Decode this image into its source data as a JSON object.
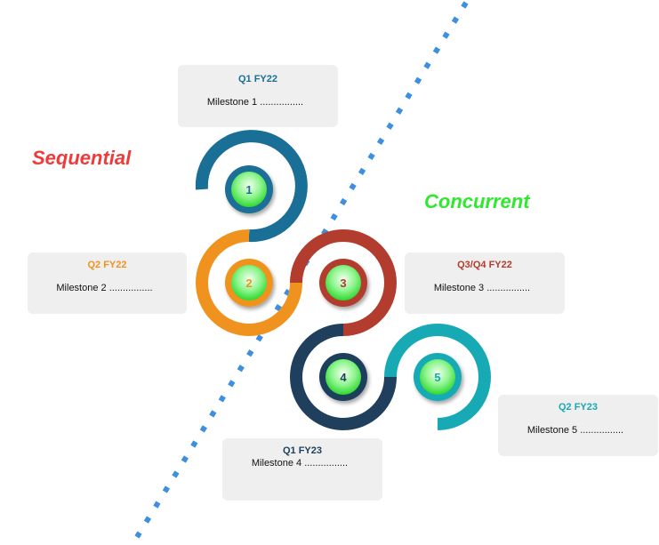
{
  "labels": {
    "sequential": "Sequential",
    "concurrent": "Concurrent"
  },
  "cards": [
    {
      "period": "Q1 FY22",
      "text": "Milestone 1 ................"
    },
    {
      "period": "Q2 FY22",
      "text": "Milestone 2 ................"
    },
    {
      "period": "Q3/Q4 FY22",
      "text": "Milestone 3 ................"
    },
    {
      "period": "Q1 FY23",
      "text": "Milestone 4 ................"
    },
    {
      "period": "Q2 FY23",
      "text": "Milestone 5 ................"
    }
  ],
  "nodes": [
    {
      "num": "1"
    },
    {
      "num": "2"
    },
    {
      "num": "3"
    },
    {
      "num": "4"
    },
    {
      "num": "5"
    }
  ],
  "colors": {
    "step1": "#1a6f96",
    "step2": "#f0931e",
    "step3": "#b23c2e",
    "step4": "#1f3f5c",
    "step5": "#17aab4",
    "sequential": "#f03a3a",
    "concurrent": "#2fe82f",
    "divider": "#3d8fe0",
    "node_fill": "#5cf05c"
  }
}
